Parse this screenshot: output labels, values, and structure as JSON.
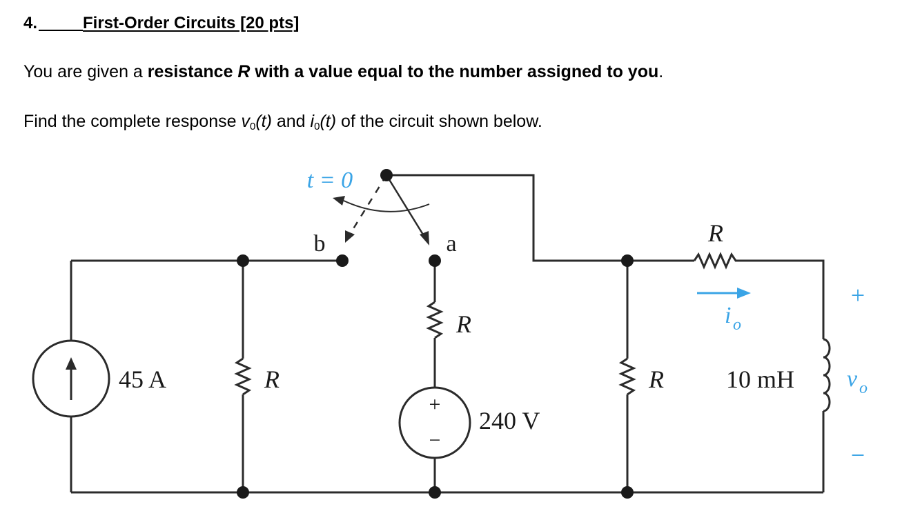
{
  "header": {
    "number": "4.",
    "title": "First-Order Circuits [20 pts]"
  },
  "text": {
    "given_prefix": "You are given a ",
    "given_bold": "resistance ",
    "given_r": "R",
    "given_bold_rest": " with a value equal to the number assigned to you",
    "given_end": ".",
    "find_prefix": "Find the complete response ",
    "find_v": "v",
    "find_v_sub": "0",
    "find_t1": "(t)",
    "find_and": " and ",
    "find_i": "i",
    "find_i_sub": "0",
    "find_t2": "(t)",
    "find_suffix": " of the circuit shown below."
  },
  "circuit": {
    "switch_time": "t = 0",
    "node_b": "b",
    "node_a": "a",
    "current_source": "45 A",
    "resistor_left": "R",
    "resistor_middle": "R",
    "voltage_source": "240 V",
    "voltage_plus": "+",
    "voltage_minus": "−",
    "resistor_right_shunt": "R",
    "resistor_top": "R",
    "current_label": "i",
    "current_label_sub": "o",
    "inductor": "10 mH",
    "vo_label": "v",
    "vo_sub": "o",
    "vo_plus": "+",
    "vo_minus": "−",
    "accent_color": "#3aa4e6"
  }
}
